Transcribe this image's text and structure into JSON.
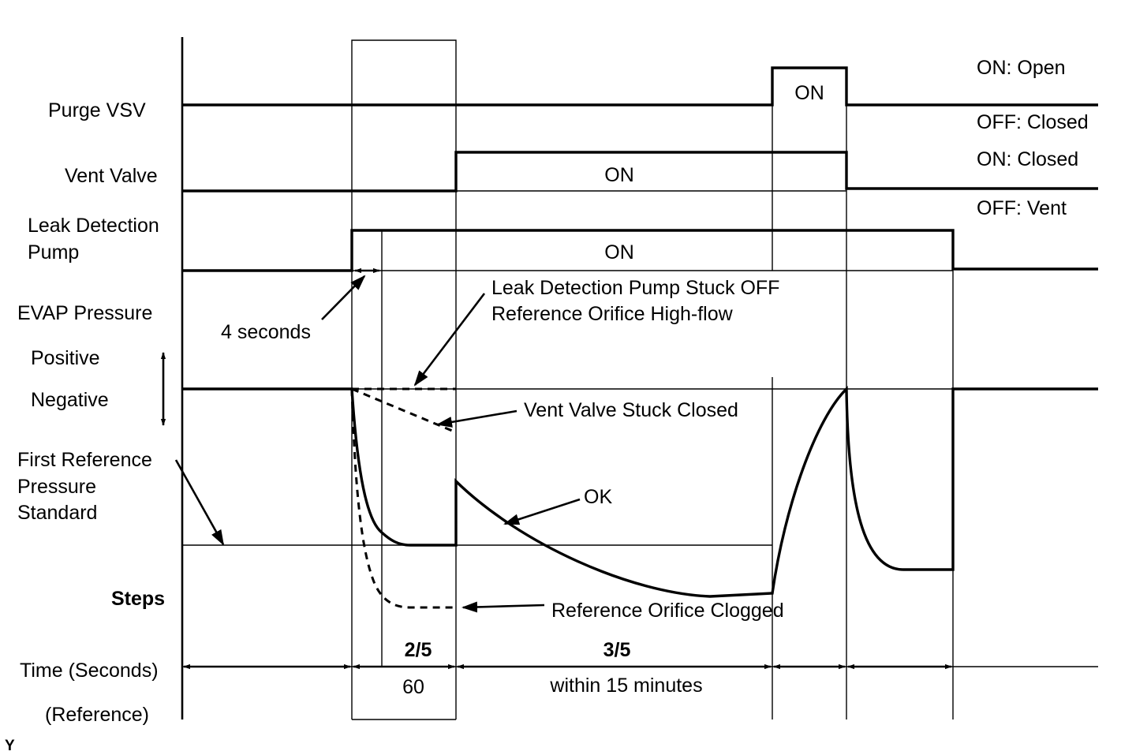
{
  "signals": {
    "purge_vsv": "Purge VSV",
    "vent_valve": "Vent Valve",
    "pump_line1": "Leak Detection",
    "pump_line2": "Pump",
    "evap_pressure": "EVAP Pressure",
    "positive": "Positive",
    "negative": "Negative",
    "first_ref_line1": "First Reference",
    "first_ref_line2": "Pressure",
    "first_ref_line3": "Standard",
    "steps": "Steps",
    "time": "Time (Seconds)",
    "reference": "(Reference)"
  },
  "state_labels": {
    "purge_on": "ON: Open",
    "purge_off": "OFF: Closed",
    "vent_on": "ON: Closed",
    "vent_off": "OFF: Vent"
  },
  "on_labels": {
    "purge": "ON",
    "vent": "ON",
    "pump": "ON"
  },
  "annotations": {
    "four_seconds": "4 seconds",
    "stuck_off_line1": "Leak Detection Pump Stuck OFF",
    "stuck_off_line2": "Reference Orifice High-flow",
    "vent_stuck": "Vent Valve Stuck Closed",
    "ok": "OK",
    "clogged": "Reference Orifice Clogged"
  },
  "step_labels": {
    "step2": "2/5",
    "step3": "3/5"
  },
  "time_labels": {
    "t60": "60",
    "t15": "within 15 minutes"
  },
  "corner_mark": "Y"
}
